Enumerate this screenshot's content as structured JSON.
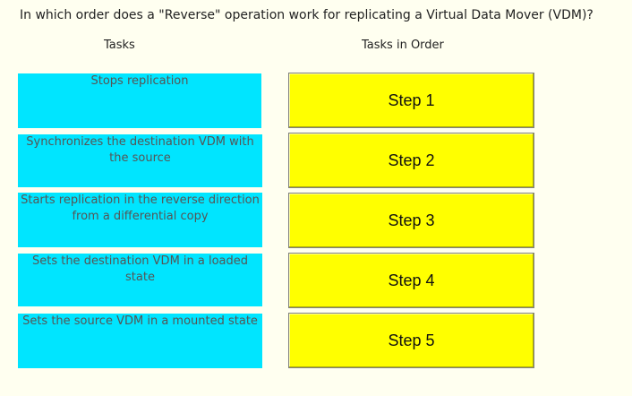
{
  "question": "In which order does a \"Reverse\" operation work for replicating a Virtual Data Mover (VDM)?",
  "headers": {
    "tasks": "Tasks",
    "order": "Tasks in Order"
  },
  "tasks": [
    "Stops replication",
    "Synchronizes the destination VDM with the source",
    "Starts replication in the reverse direction from a differential copy",
    "Sets the destination VDM in a loaded state",
    "Sets the source VDM in a mounted state"
  ],
  "steps": [
    "Step 1",
    "Step 2",
    "Step 3",
    "Step 4",
    "Step 5"
  ],
  "colors": {
    "background": "#fffff0",
    "task_fill": "#00e5ff",
    "step_fill": "#ffff00"
  }
}
